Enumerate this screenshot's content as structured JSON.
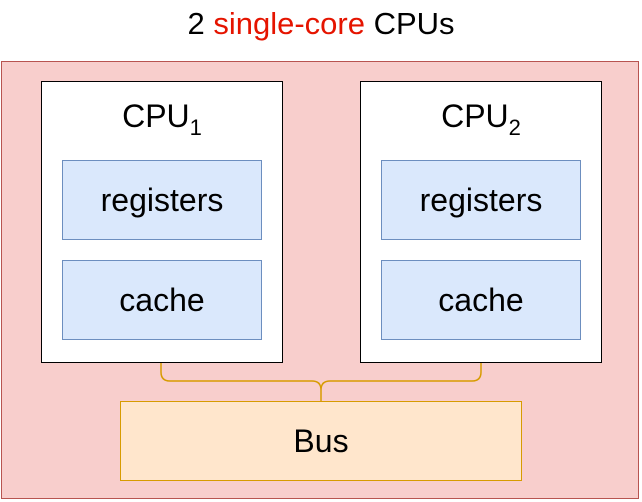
{
  "title": {
    "prefix": "2",
    "accent": "single-core",
    "suffix": "CPUs"
  },
  "cpus": [
    {
      "name": "CPU",
      "subscript": "1",
      "registers": "registers",
      "cache": "cache"
    },
    {
      "name": "CPU",
      "subscript": "2",
      "registers": "registers",
      "cache": "cache"
    }
  ],
  "bus": {
    "label": "Bus"
  },
  "colors": {
    "title_accent": "#e51400",
    "system_fill": "#f8cecc",
    "system_stroke": "#b85450",
    "unit_fill": "#dae8fc",
    "unit_stroke": "#6c8ebf",
    "bus_fill": "#ffe6cc",
    "bus_stroke": "#d79b00"
  }
}
